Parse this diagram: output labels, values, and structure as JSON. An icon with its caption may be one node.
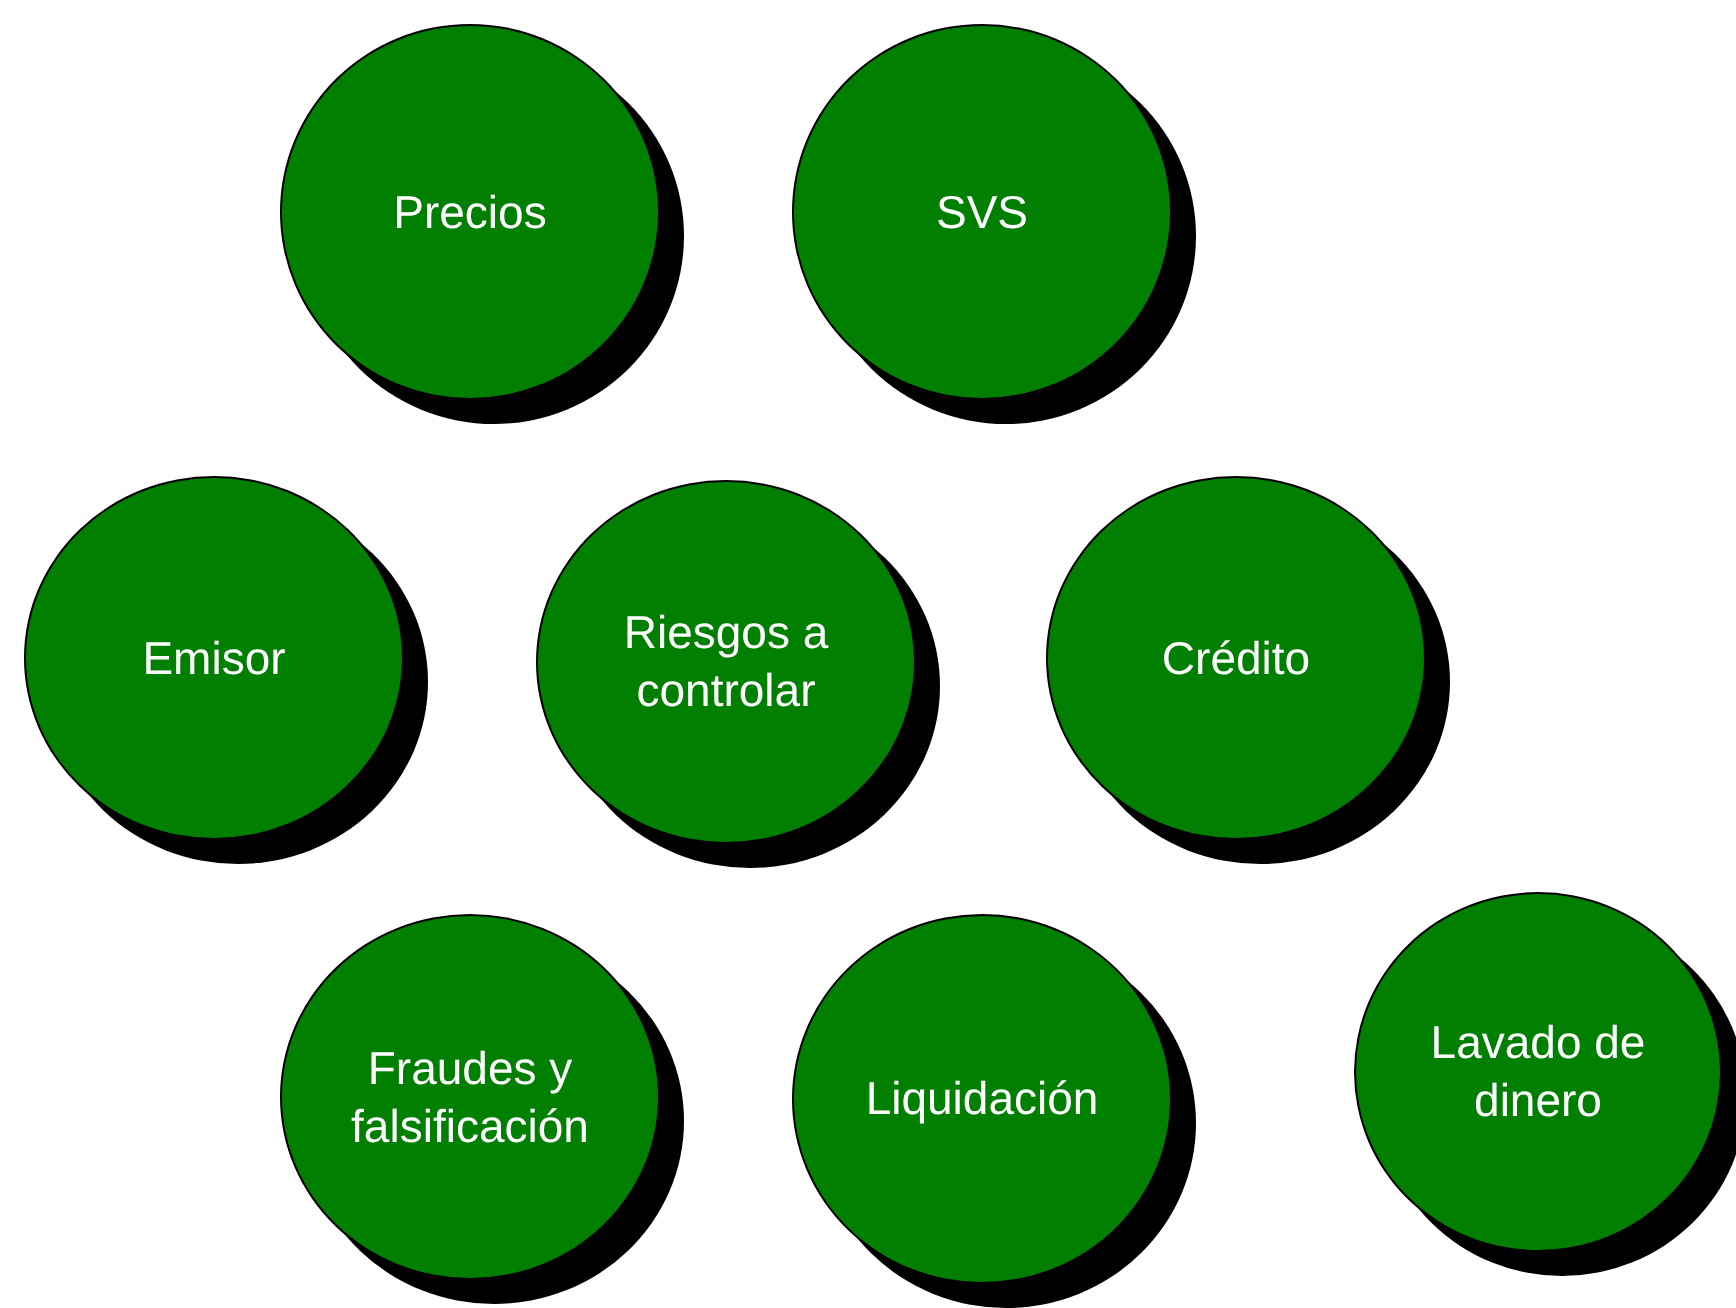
{
  "diagram": {
    "nodes": [
      {
        "text": [
          "Precios"
        ]
      },
      {
        "text": [
          "SVS"
        ]
      },
      {
        "text": [
          "Emisor"
        ]
      },
      {
        "text": [
          "Riesgos a controlar"
        ]
      },
      {
        "text": [
          "Crédito"
        ]
      },
      {
        "text": [
          "Fraudes y falsificación"
        ]
      },
      {
        "text": [
          "Liquidación"
        ]
      },
      {
        "text": [
          "Lavado de dinero"
        ]
      }
    ]
  }
}
